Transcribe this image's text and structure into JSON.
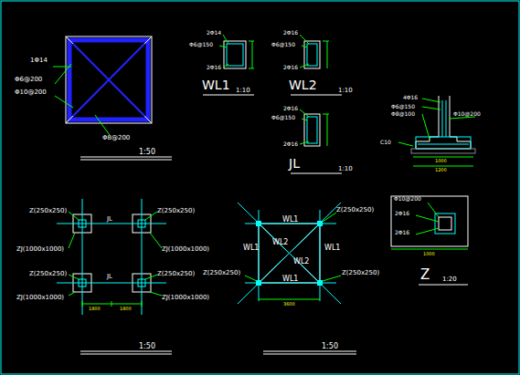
{
  "diagram": {
    "labels": [
      "1Φ14",
      "Φ6@200",
      "Φ10@200",
      "Φ8@200",
      "1:50",
      "Φ6@150",
      "2Φ14",
      "2Φ16",
      "WL1",
      "1:10",
      "Φ6@150",
      "2Φ16",
      "2Φ16",
      "WL2",
      "1:10",
      "Φ6@150",
      "2Φ16",
      "2Φ16",
      "JL",
      "1:10",
      "4Φ16",
      "Φ6@150",
      "Φ8@100",
      "Φ10@200",
      "C10",
      "1000",
      "1200",
      "Z(250x250)",
      "Z(250x250)",
      "ZJ(1000x1000)",
      "ZJ(1000x1000)",
      "Z(250x250)",
      "Z(250x250)",
      "ZJ(1000x1000)",
      "ZJ(1000x1000)",
      "JL",
      "JL",
      "1800",
      "1800",
      "1:50",
      "WL1",
      "WL1",
      "WL2",
      "WL2",
      "WL1",
      "WL1",
      "Z(250x250)",
      "Z(250x250)",
      "Z(250x250)",
      "3600",
      "1:50",
      "Φ10@200",
      "2Φ16",
      "2Φ16",
      "1000",
      "Z",
      "1:20"
    ]
  }
}
